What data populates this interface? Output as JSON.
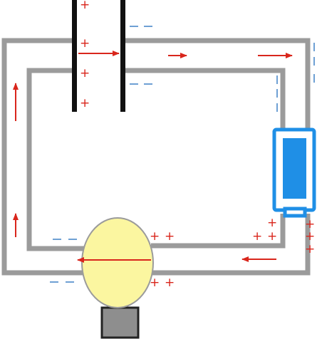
{
  "colors": {
    "wire": "#9b9b9b",
    "plate": "#111111",
    "arrow": "#d9261c",
    "positive": "#d9251b",
    "negative": "#4a88c9",
    "bulb_fill": "#fbf6a0",
    "bulb_outline": "#9b9b9b",
    "base_fill": "#8e8e8e",
    "battery_body": "#ffffff",
    "battery_outline": "#1f8fe6",
    "battery_cell": "#1f8fe6",
    "background": "#ffffff"
  },
  "symbols": {
    "positive": "+",
    "negative": "—"
  },
  "components": {
    "capacitor": "parallel-plate-capacitor",
    "battery": "battery",
    "lamp": "light-bulb",
    "lamp_base": "bulb-base",
    "conductors": "circuit-wires",
    "current_indicators": "current-direction-arrows"
  }
}
